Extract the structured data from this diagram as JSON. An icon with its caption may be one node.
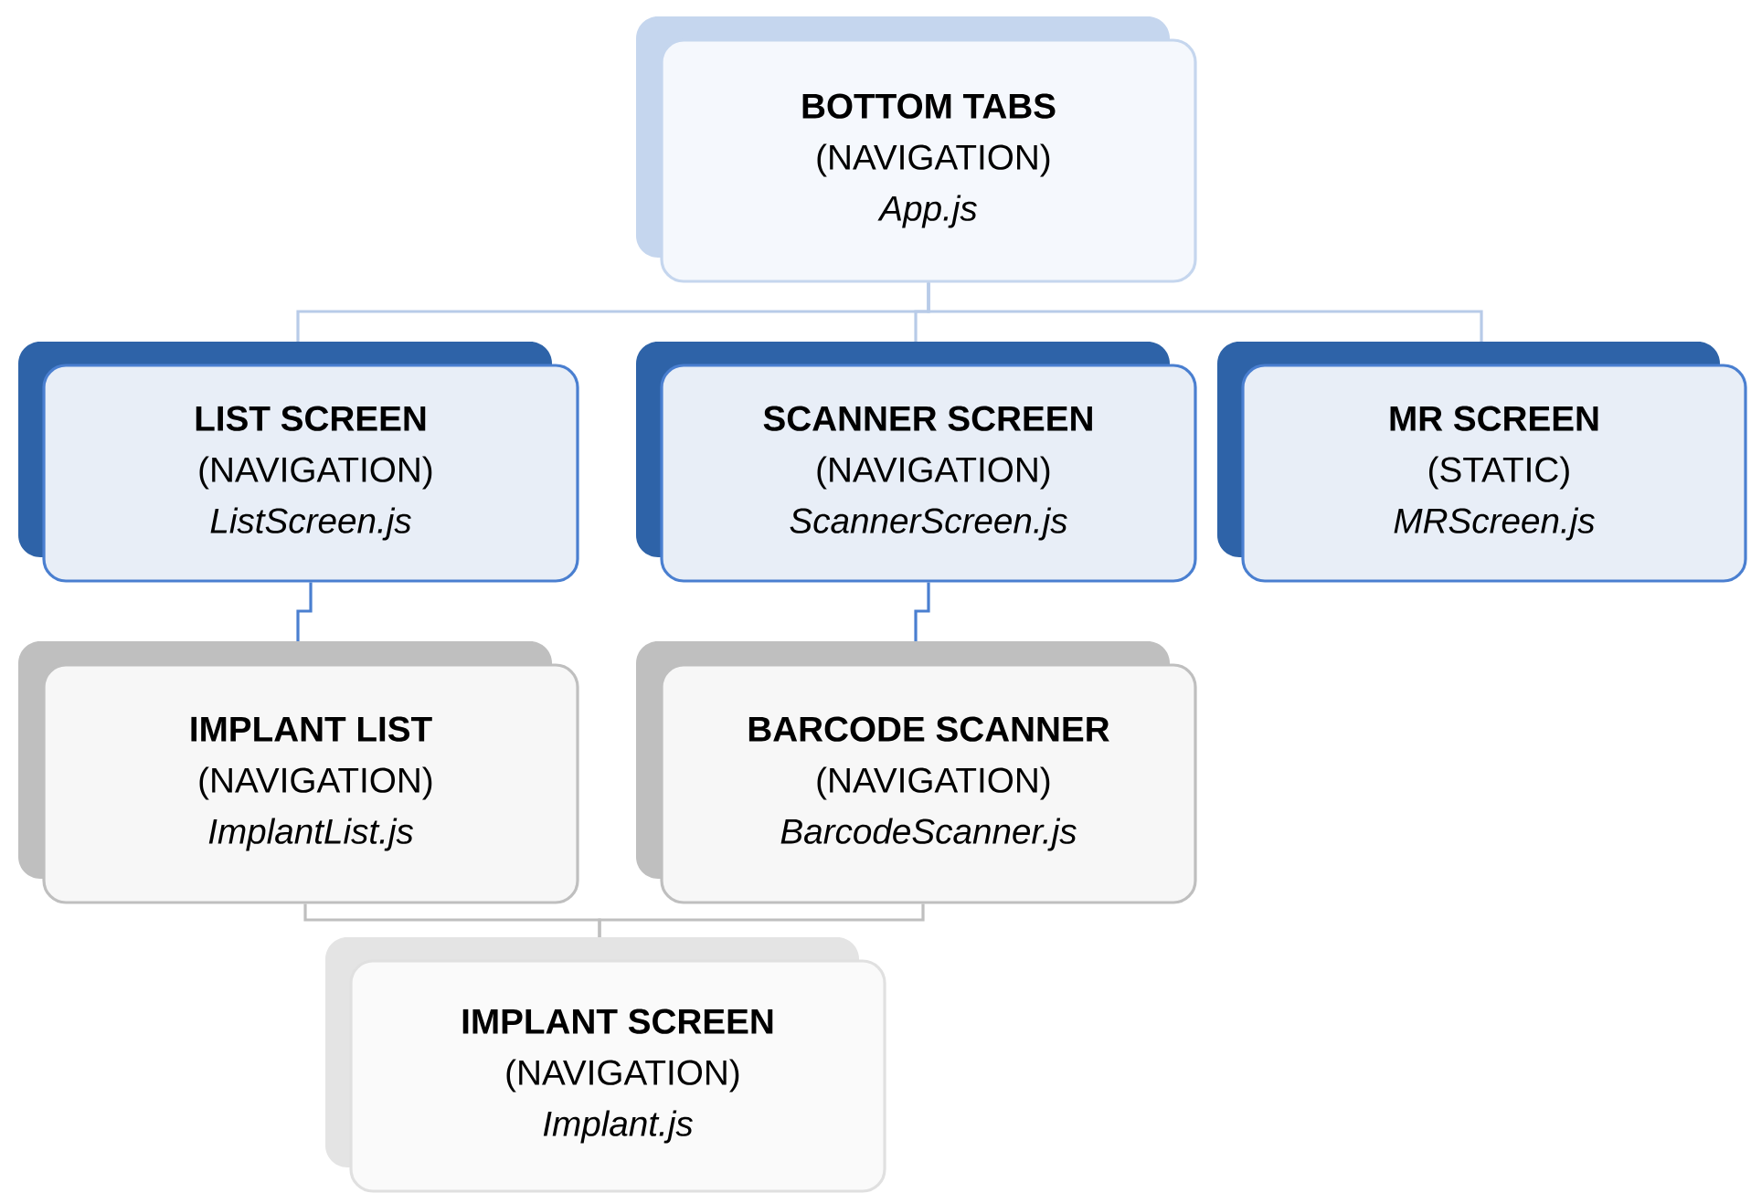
{
  "diagram": {
    "nodes": [
      {
        "text": [
          "BOTTOM TABS",
          "(NAVIGATION)",
          "App.js"
        ]
      },
      {
        "text": [
          "LIST SCREEN",
          "(NAVIGATION)",
          "ListScreen.js"
        ]
      },
      {
        "text": [
          "SCANNER SCREEN",
          "(NAVIGATION)",
          "ScannerScreen.js"
        ]
      },
      {
        "text": [
          "MR SCREEN",
          "(STATIC)",
          "MRScreen.js"
        ]
      },
      {
        "text": [
          "IMPLANT LIST",
          "(NAVIGATION)",
          "ImplantList.js"
        ]
      },
      {
        "text": [
          "BARCODE SCANNER",
          "(NAVIGATION)",
          "BarcodeScanner.js"
        ]
      },
      {
        "text": [
          "IMPLANT SCREEN",
          "(NAVIGATION)",
          "Implant.js"
        ]
      }
    ],
    "edges": [
      {
        "from": 0,
        "to": 1,
        "arrow": "none",
        "color": "#b8cbe8"
      },
      {
        "from": 0,
        "to": 2,
        "arrow": "none",
        "color": "#b8cbe8"
      },
      {
        "from": 0,
        "to": 3,
        "arrow": "none",
        "color": "#b8cbe8"
      },
      {
        "from": 1,
        "to": 4,
        "arrow": "none",
        "color": "#4a7fd0"
      },
      {
        "from": 2,
        "to": 5,
        "arrow": "none",
        "color": "#4a7fd0"
      },
      {
        "from": 4,
        "to": 6,
        "arrow": "none",
        "color": "#bfbfbf"
      },
      {
        "from": 5,
        "to": 6,
        "arrow": "none",
        "color": "#bfbfbf"
      }
    ]
  }
}
